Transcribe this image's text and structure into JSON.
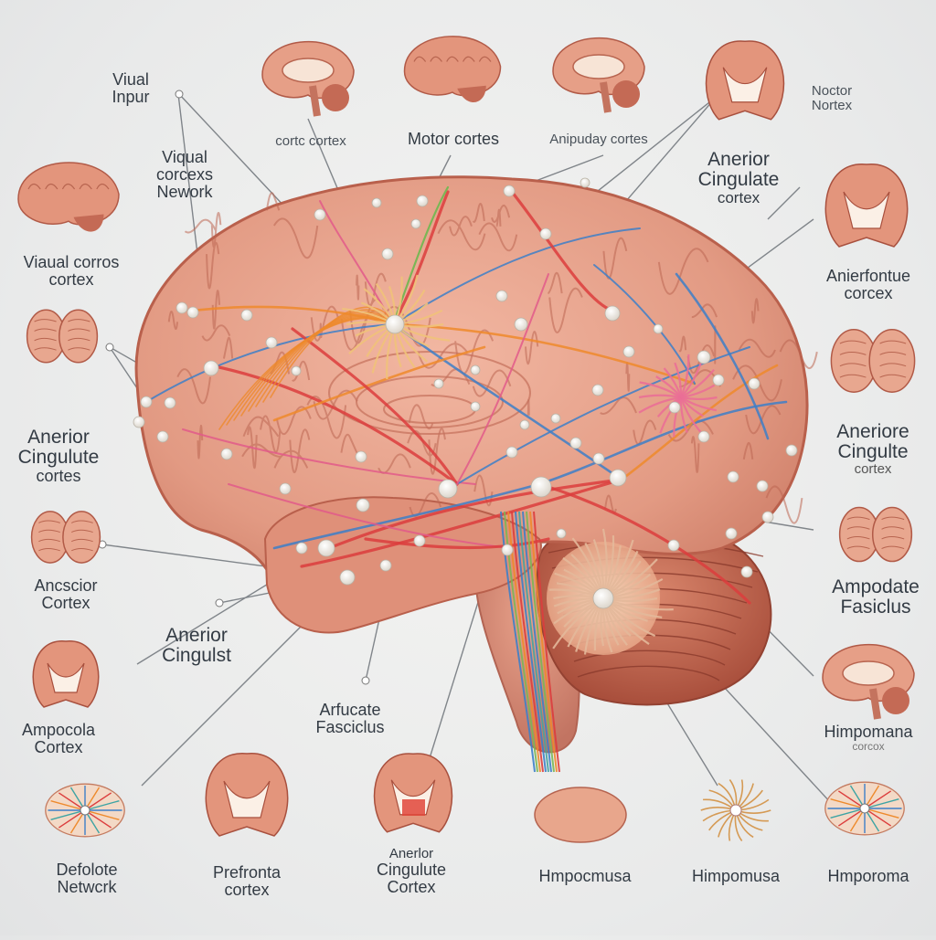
{
  "labels": {
    "visual_input": [
      "Viual",
      "Inpur"
    ],
    "cortc_cortex": [
      "cortc cortex"
    ],
    "motor_cortex": [
      "Motor cortes"
    ],
    "amygdaly_cortex": [
      "Anipuday cortes"
    ],
    "noctor_nortex": [
      "Noctor",
      "Nortex"
    ],
    "visual_cortex_network": [
      "Viqual",
      "corcexs",
      "Nework"
    ],
    "anerior_cingulate_top": [
      "Anerior",
      "Cingulate",
      "cortex"
    ],
    "visual_corros": [
      "Viaual corros",
      "cortex"
    ],
    "anterofrontal": [
      "Anierfontue",
      "corcex"
    ],
    "anerior_cingulute_left": [
      "Anerior",
      "Cingulute",
      "cortes"
    ],
    "aneriore_cingulte_right": [
      "Aneriore",
      "Cingulte",
      "cortex"
    ],
    "ancscior_cortex": [
      "Ancscior",
      "Cortex"
    ],
    "ampodate_fasciclus": [
      "Ampodate",
      "Fasiclus"
    ],
    "anerior_cingulst": [
      "Anerior",
      "Cingulst"
    ],
    "arfucate_fasciclus": [
      "Arfucate",
      "Fasciclus"
    ],
    "ampocola_cortex": [
      "Ampocola",
      "Cortex"
    ],
    "himpomana_right": [
      "Himpomana",
      "corcox"
    ],
    "defolote_network": [
      "Defolote",
      "Netwcrk"
    ],
    "prefront_cortex": [
      "Prefronta",
      "cortex"
    ],
    "anerior_cingulute_bottom": [
      "Anerlor",
      "Cingulute",
      "Cortex"
    ],
    "hmpocmusa_1": [
      "Hmpocmusa"
    ],
    "hmpocmusa_2": [
      "Himpomusa"
    ],
    "hmporoma": [
      "Hmporoma"
    ]
  },
  "colors": {
    "brain": "#e59b85",
    "brain_dark": "#c46a58",
    "gyri": "#b85e4c",
    "tract_blue": "#3d7fc8",
    "tract_orange": "#ee8a2c",
    "tract_red": "#dc3d3d",
    "tract_pink": "#e25b8a",
    "tract_green": "#7bb655",
    "cerebellum": "#c4664c",
    "node": "#fbf8f2",
    "leader": "#7d8186",
    "text": "#333b44"
  },
  "icons": [
    "brain-sagittal-icon",
    "brain-coronal-icon",
    "brain-top-icon",
    "brain-network-icon",
    "neuron-icon"
  ]
}
